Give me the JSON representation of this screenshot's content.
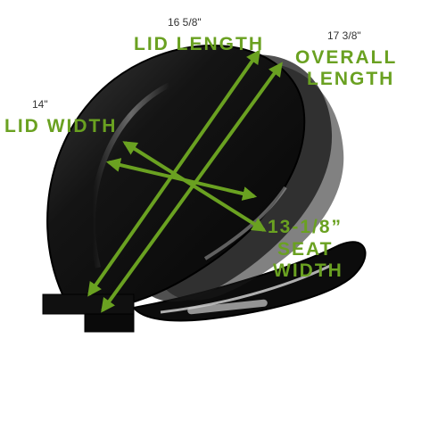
{
  "accent_color": "#6aa121",
  "lid_length": {
    "value": "16 5/8\"",
    "label": "LID LENGTH"
  },
  "overall_length": {
    "value": "17 3/8\"",
    "label_line1": "OVERALL",
    "label_line2": "LENGTH"
  },
  "lid_width": {
    "value": "14\"",
    "label": "LID WIDTH"
  },
  "seat_width": {
    "line1": "13-1/8”",
    "line2": "SEAT",
    "line3": "WIDTH"
  }
}
